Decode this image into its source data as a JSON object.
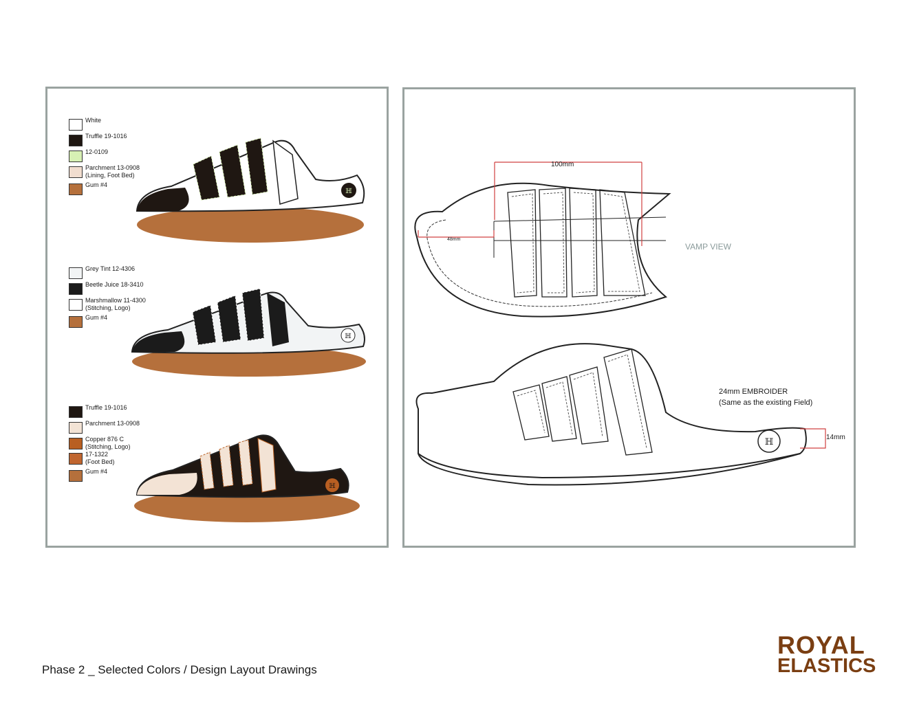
{
  "colorways": [
    {
      "swatches": [
        {
          "name": "White",
          "color": "#ffffff"
        },
        {
          "name": "Truffle 19-1016",
          "color": "#1f1712"
        },
        {
          "name": "12-0109",
          "color": "#d7f0b4"
        },
        {
          "name": "Parchment 13-0908\n(Lining, Foot Bed)",
          "color": "#f1ddcf"
        },
        {
          "name": "Gum #4",
          "color": "#b5703c"
        }
      ]
    },
    {
      "swatches": [
        {
          "name": "Grey Tint 12-4306",
          "color": "#f2f4f5"
        },
        {
          "name": "Beetle Juice 18-3410",
          "color": "#1b1b1b"
        },
        {
          "name": "Marshmallow 11-4300\n(Stitching, Logo)",
          "color": "#ffffff"
        },
        {
          "name": "Gum #4",
          "color": "#b5703c"
        }
      ]
    },
    {
      "swatches": [
        {
          "name": "Truffle 19-1016",
          "color": "#1f1712"
        },
        {
          "name": "Parchment 13-0908",
          "color": "#f3e3d5"
        },
        {
          "name": "Copper 876 C\n(Stitching, Logo)",
          "color": "#b85f22"
        },
        {
          "name": "17-1322\n(Foot Bed)",
          "color": "#c0652f"
        },
        {
          "name": "Gum #4",
          "color": "#b5703c"
        }
      ]
    }
  ],
  "tech": {
    "dim_100": "100mm",
    "dim_48": "48mm",
    "vamp_view": "VAMP VIEW",
    "embroider_line1": "24mm EMBROIDER",
    "embroider_line2": "(Same as the existing Field)",
    "dim_14": "14mm"
  },
  "footer": "Phase 2 _ Selected Colors / Design Layout Drawings",
  "logo": {
    "line1": "ROYAL",
    "line2": "ELASTICS",
    "color": "#7a3e12"
  }
}
